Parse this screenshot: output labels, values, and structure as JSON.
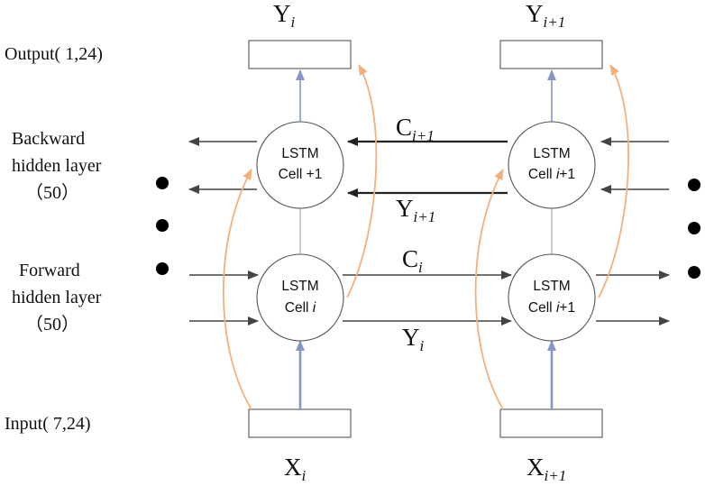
{
  "labels": {
    "output_layer": "Output( 1,24)",
    "backward_layer_line1": "Backward",
    "backward_layer_line2": "hidden layer",
    "backward_layer_line3": "（50）",
    "forward_layer_line1": "Forward",
    "forward_layer_line2": "hidden layer",
    "forward_layer_line3": "（50）",
    "input_layer": "Input( 7,24)"
  },
  "outputs": [
    {
      "base": "Y",
      "sub": "i"
    },
    {
      "base": "Y",
      "sub": "i+1"
    }
  ],
  "inputs": [
    {
      "base": "X",
      "sub": "i"
    },
    {
      "base": "X",
      "sub": "i+1"
    }
  ],
  "cells": {
    "backward_left": {
      "line1": "LSTM",
      "line2_pre": "Cell +1",
      "line2_italic": "",
      "line2_post": ""
    },
    "backward_right": {
      "line1": "LSTM",
      "line2_pre": "Cell ",
      "line2_italic": "i",
      "line2_post": "+1"
    },
    "forward_left": {
      "line1": "LSTM",
      "line2_pre": "Cell ",
      "line2_italic": "i",
      "line2_post": ""
    },
    "forward_right": {
      "line1": "LSTM",
      "line2_pre": "Cell ",
      "line2_italic": "i",
      "line2_post": "+1"
    }
  },
  "connections": {
    "backward_cell_state": {
      "base": "C",
      "sub": "i+1"
    },
    "backward_hidden": {
      "base": "Y",
      "sub": "i+1"
    },
    "forward_cell_state": {
      "base": "C",
      "sub": "i"
    },
    "forward_hidden": {
      "base": "Y",
      "sub": "i"
    }
  },
  "colors": {
    "line": "#555555",
    "dark_arrow": "#333333",
    "vertical_arrow": "#8497c8",
    "skip_arrow": "#f4b07c",
    "box_stroke": "#444444"
  }
}
